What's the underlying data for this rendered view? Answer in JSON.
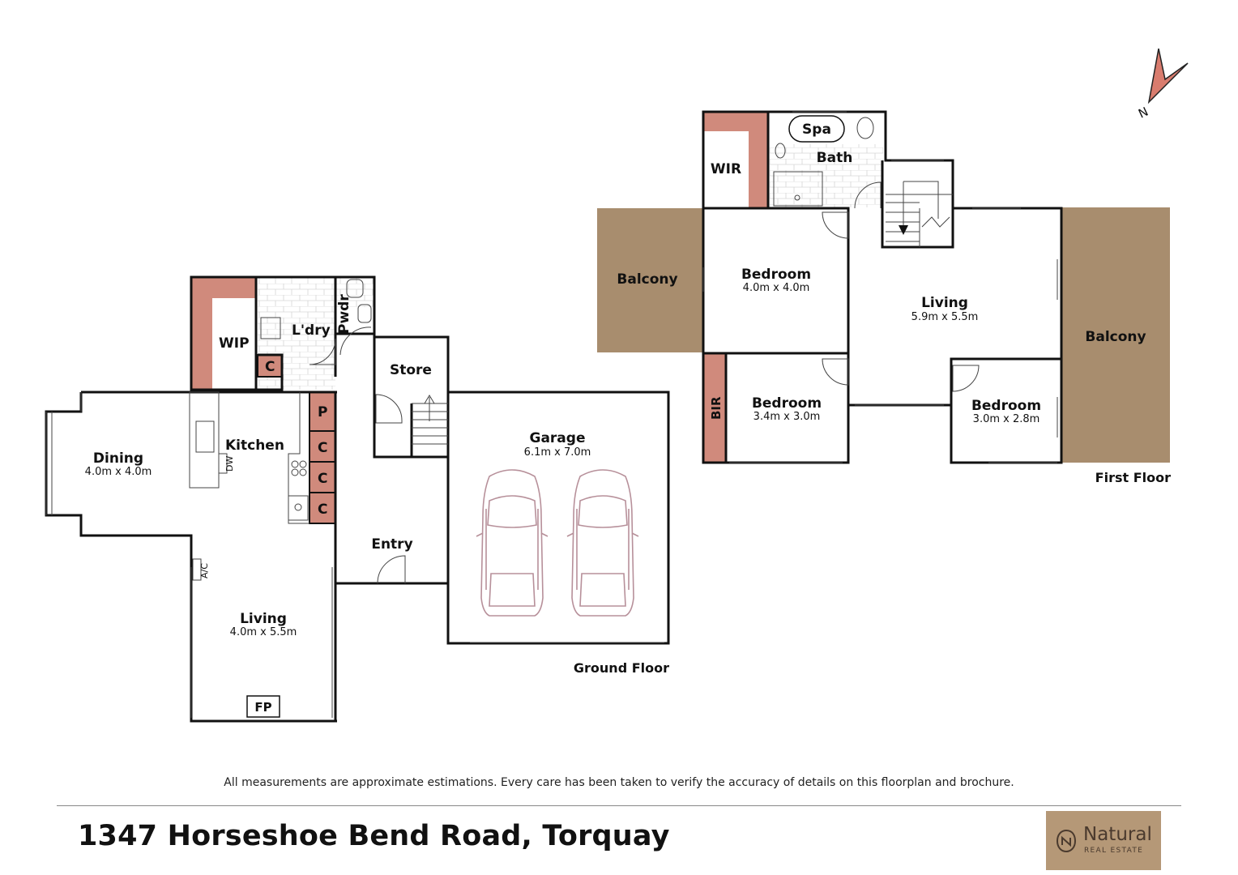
{
  "compass": {
    "label": "N"
  },
  "ground_floor": {
    "title": "Ground Floor",
    "rooms": {
      "wip": "WIP",
      "laundry": "L'dry",
      "powder": "Pwdr",
      "cupboard_laundry": "C",
      "store": "Store",
      "pantry": "P",
      "cupboard_1": "C",
      "cupboard_2": "C",
      "cupboard_3": "C",
      "kitchen": "Kitchen",
      "dishwasher": "DW",
      "dining": {
        "name": "Dining",
        "size": "4.0m x 4.0m"
      },
      "garage": {
        "name": "Garage",
        "size": "6.1m x 7.0m"
      },
      "entry": "Entry",
      "aircon": "A/C",
      "living": {
        "name": "Living",
        "size": "4.0m x 5.5m"
      },
      "fireplace": "FP"
    }
  },
  "first_floor": {
    "title": "First Floor",
    "rooms": {
      "wir": "WIR",
      "spa": "Spa",
      "bath": "Bath",
      "balcony_left": "Balcony",
      "balcony_right": "Balcony",
      "bedroom_main": {
        "name": "Bedroom",
        "size": "4.0m x 4.0m"
      },
      "living": {
        "name": "Living",
        "size": "5.9m x 5.5m"
      },
      "bir": "BIR",
      "bedroom_2": {
        "name": "Bedroom",
        "size": "3.4m x 3.0m"
      },
      "bedroom_3": {
        "name": "Bedroom",
        "size": "3.0m x 2.8m"
      }
    }
  },
  "footer": {
    "disclaimer": "All measurements are approximate estimations. Every care has been taken to verify the accuracy of details on this floorplan and brochure.",
    "address": "1347 Horseshoe Bend Road, Torquay",
    "logo": {
      "name": "Natural",
      "tagline": "REAL ESTATE"
    }
  },
  "colors": {
    "cupboard_fill": "#d08a7c",
    "balcony_fill": "#a88d6e",
    "compass_fill": "#d97c6e",
    "car_outline": "#b7909a",
    "logo_bg": "#b59877",
    "wall": "#111111"
  }
}
